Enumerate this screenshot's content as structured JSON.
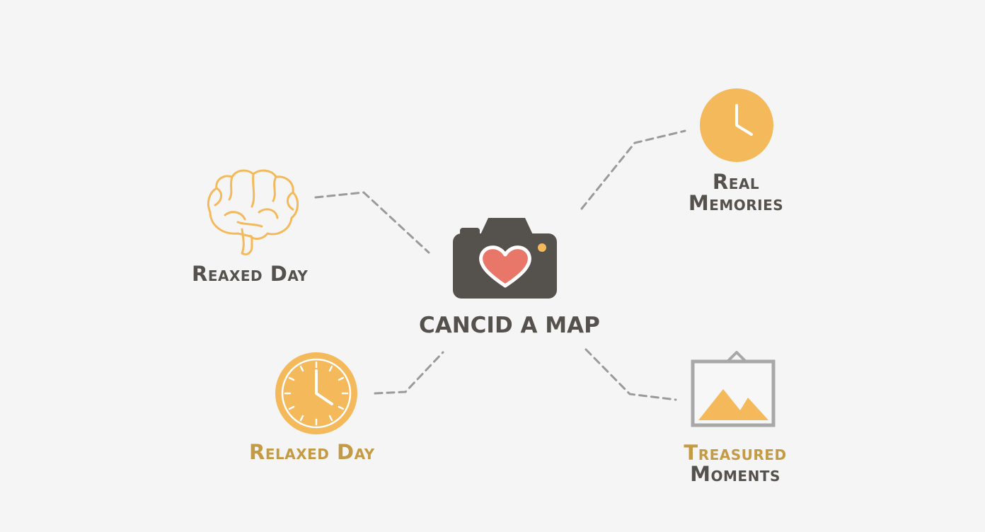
{
  "center": {
    "label": "CANCID A MAP",
    "icon": "camera-heart-icon"
  },
  "nodes": [
    {
      "id": "brain",
      "icon": "brain-icon",
      "label_lines": [
        "Reaxed Day"
      ]
    },
    {
      "id": "clock",
      "icon": "clock-face-icon",
      "label_lines": [
        "Relaxed Day"
      ]
    },
    {
      "id": "memories",
      "icon": "clock-circle-icon",
      "label_lines": [
        "Real",
        "Memories"
      ]
    },
    {
      "id": "moments",
      "icon": "framed-picture-icon",
      "label_lines": [
        "Treasured",
        "Moments"
      ]
    }
  ],
  "colors": {
    "background": "#f5f5f5",
    "dark": "#55514d",
    "gold": "#f3b95a",
    "gold_text": "#c49a45",
    "heart": "#e8776a",
    "frame": "#a8a8a8",
    "connector": "#9a9a9a"
  }
}
